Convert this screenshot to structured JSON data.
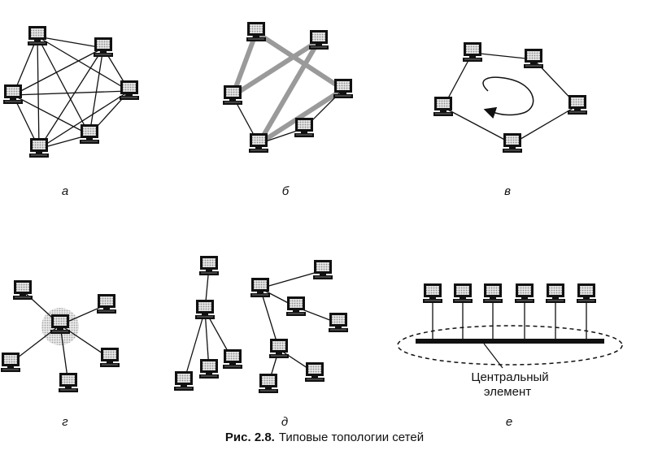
{
  "figure": {
    "number": "Рис. 2.8.",
    "title": "Типовые топологии сетей"
  },
  "panels": [
    {
      "id": "mesh",
      "label": "а"
    },
    {
      "id": "ring-wiring",
      "label": "б"
    },
    {
      "id": "ring",
      "label": "в"
    },
    {
      "id": "star",
      "label": "г"
    },
    {
      "id": "tree",
      "label": "д"
    },
    {
      "id": "bus",
      "label": "е"
    }
  ],
  "central_element": {
    "line1": "Центральный",
    "line2": "элемент"
  },
  "colors": {
    "ink": "#111111",
    "screen": "#9a9a9a",
    "gray_wire": "#9a9a9a",
    "hub_halo": "#cfcfcf"
  }
}
